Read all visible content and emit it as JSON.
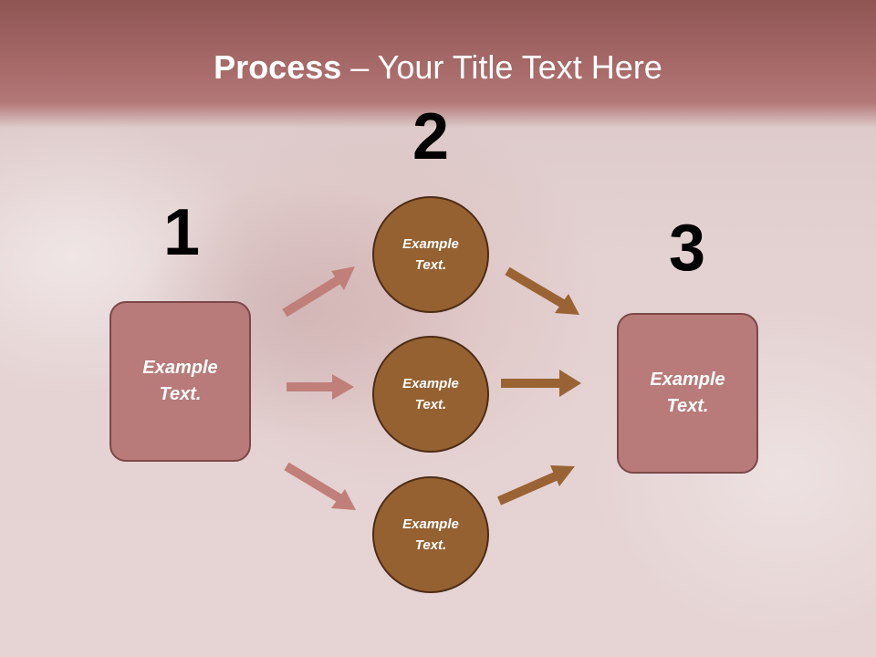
{
  "title": {
    "bold": "Process",
    "rest": " – Your Title Text Here"
  },
  "colors": {
    "title_band": "#a86b6a",
    "box_fill": "#b87b79",
    "box_border": "#7c4848",
    "circle_fill": "#956131",
    "circle_border": "#4c2c16",
    "arrow_left": "#c07f78",
    "arrow_right": "#9a6334"
  },
  "steps": [
    {
      "number": "1",
      "label": "Example\nText."
    },
    {
      "number": "2",
      "label": "Example\nText."
    },
    {
      "number": "3",
      "label": "Example\nText."
    }
  ],
  "circles": [
    {
      "label": "Example\nText."
    },
    {
      "label": "Example\nText."
    },
    {
      "label": "Example\nText."
    }
  ]
}
